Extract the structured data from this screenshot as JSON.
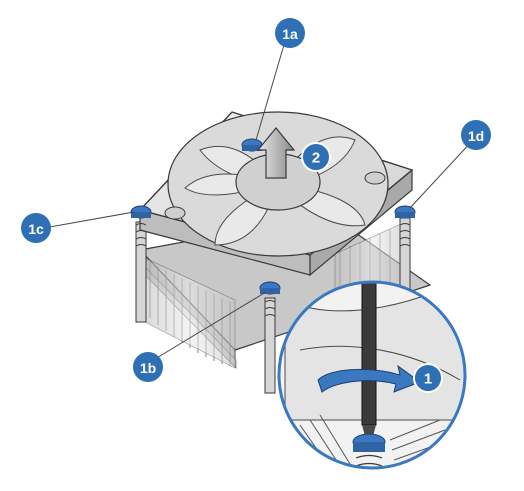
{
  "callouts": {
    "c1a": "1a",
    "c1b": "1b",
    "c1c": "1c",
    "c1d": "1d",
    "step1": "1",
    "step2": "2"
  },
  "colors": {
    "callout": "#2f6fb5",
    "screw_head": "#3a78c2",
    "zoom_ring": "#3a78c2",
    "outline": "#3a3a3a",
    "fan_body": "#e2e2e2",
    "heatsink": "#d9d9d9"
  },
  "icons": {
    "up_arrow": "arrow-up-icon",
    "rotate_arrow": "rotate-clockwise-icon"
  }
}
